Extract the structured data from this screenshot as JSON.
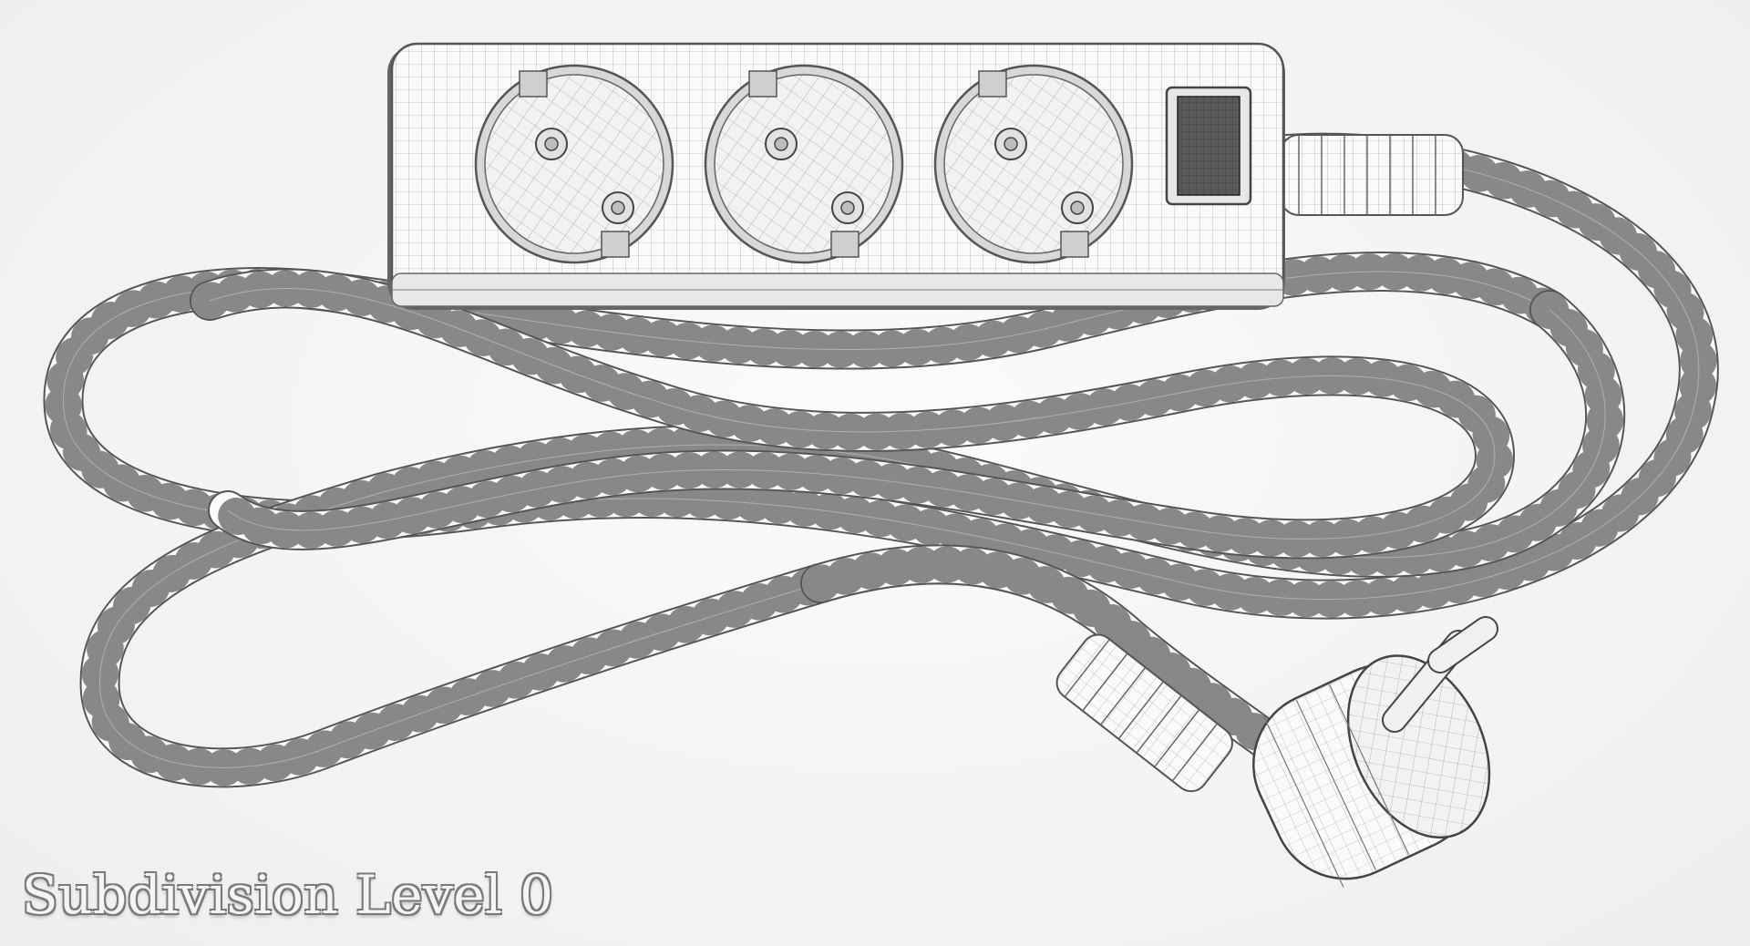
{
  "caption": "Subdivision Level 0",
  "scene": {
    "subject": "power-strip",
    "socket_count": 3,
    "has_switch": true,
    "render_style": "wireframe",
    "colors": {
      "background": "#f5f5f5",
      "body": "#fafafa",
      "wire": "#555555",
      "switch": "#5a5a5a"
    }
  }
}
